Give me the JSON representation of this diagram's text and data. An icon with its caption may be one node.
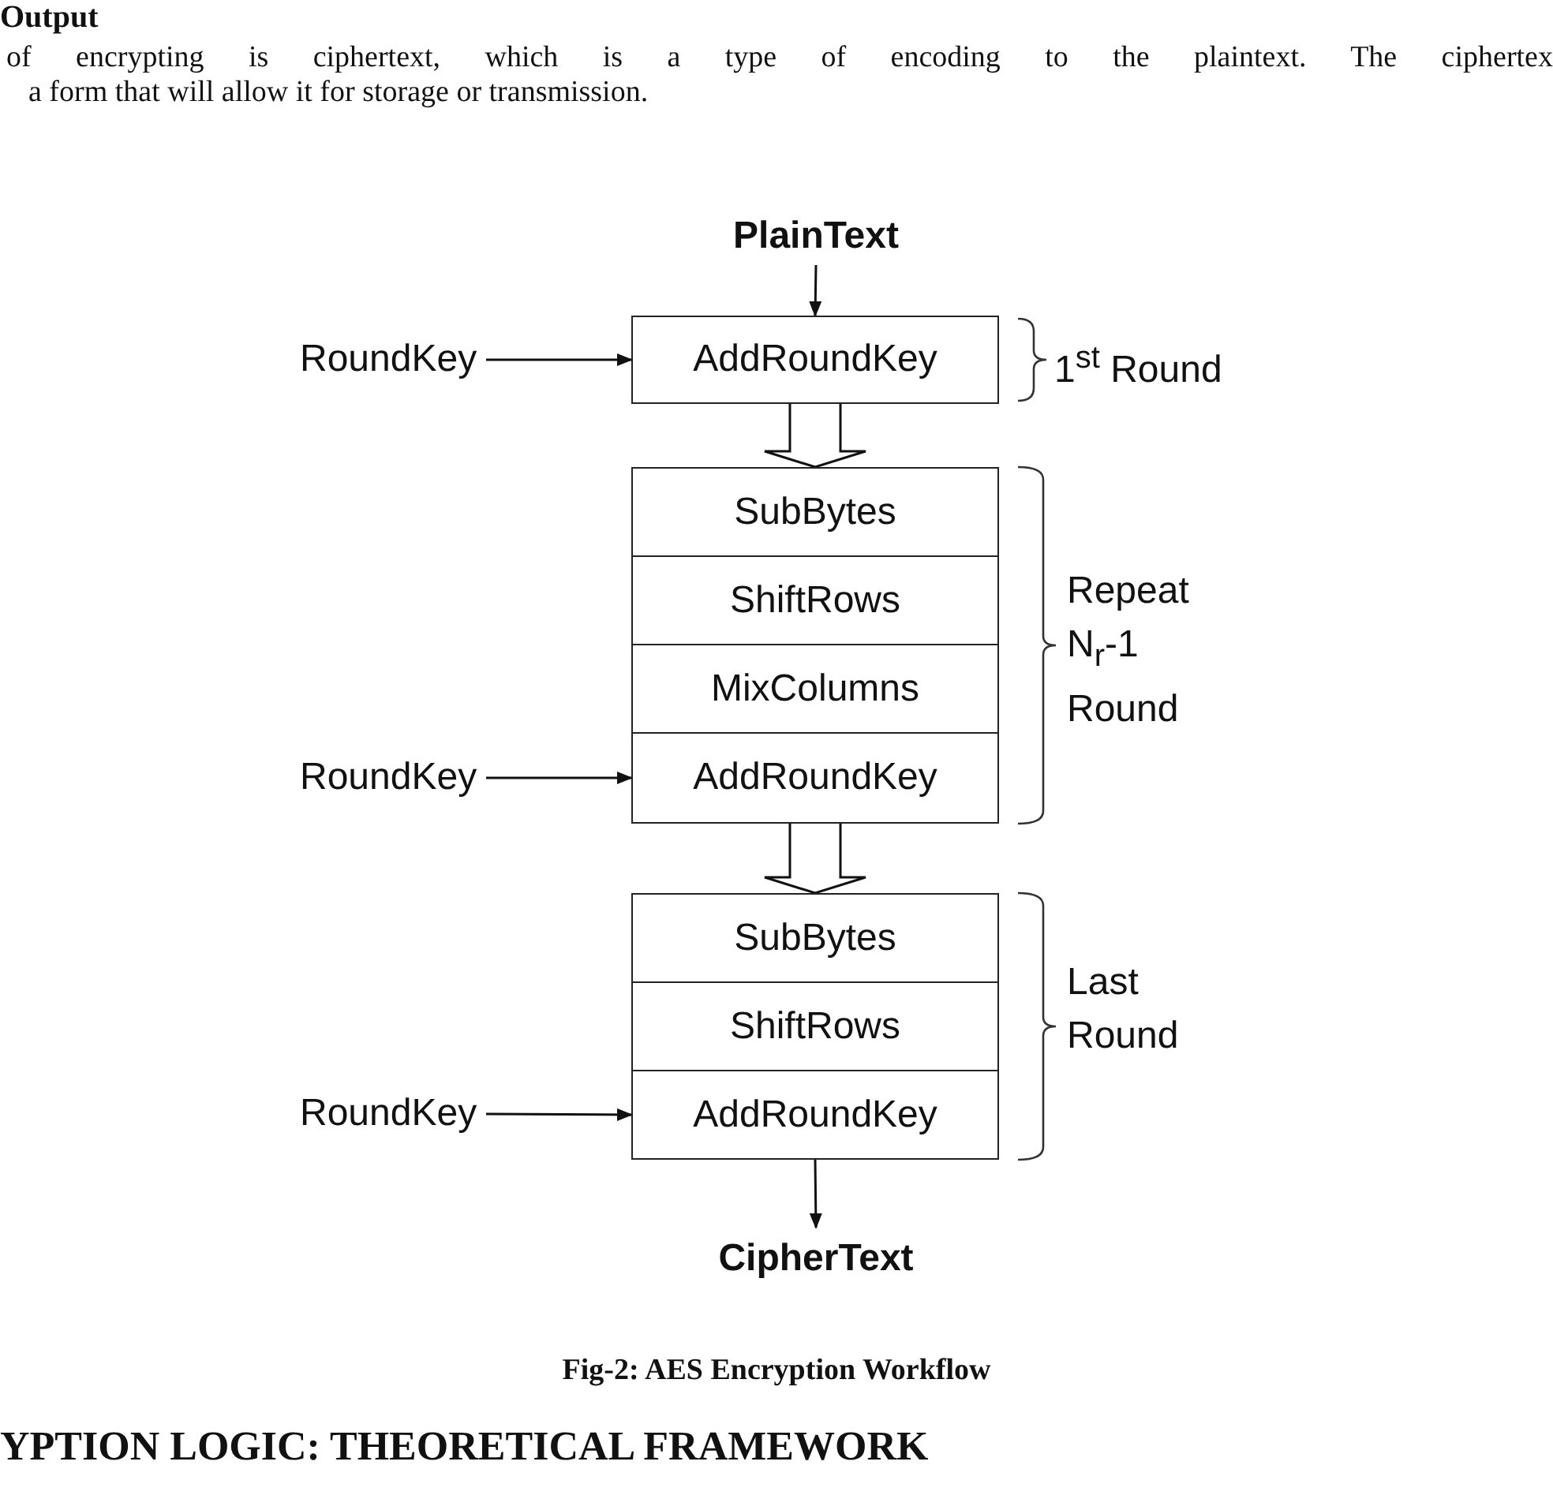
{
  "diagram": {
    "caption": "Fig-2: AES Encryption Workflow",
    "nodes": [
      {
        "text": [
          "PlainText"
        ]
      },
      {
        "text": [
          "AddRoundKey"
        ]
      },
      {
        "text": [
          "RoundKey"
        ]
      },
      {
        "text": [
          "SubBytes"
        ]
      },
      {
        "text": [
          "ShiftRows"
        ]
      },
      {
        "text": [
          "MixColumns"
        ]
      },
      {
        "text": [
          "AddRoundKey"
        ]
      },
      {
        "text": [
          "RoundKey"
        ]
      },
      {
        "text": [
          "SubBytes"
        ]
      },
      {
        "text": [
          "ShiftRows"
        ]
      },
      {
        "text": [
          "AddRoundKey"
        ]
      },
      {
        "text": [
          "RoundKey"
        ]
      },
      {
        "text": [
          "CipherText"
        ]
      }
    ],
    "edges": [
      {
        "from": 0,
        "to": 1,
        "arrow": "to"
      },
      {
        "from": 2,
        "to": 1,
        "arrow": "to"
      },
      {
        "from": 1,
        "to": 3,
        "arrow": "to",
        "style": "thick"
      },
      {
        "from": 7,
        "to": 6,
        "arrow": "to"
      },
      {
        "from": 6,
        "to": 8,
        "arrow": "to",
        "style": "thick"
      },
      {
        "from": 11,
        "to": 10,
        "arrow": "to"
      },
      {
        "from": 10,
        "to": 12,
        "arrow": "to"
      }
    ],
    "labels": [
      "Output",
      "of encrypting is ciphertext, which is a type of encoding to the plaintext. The ciphertex",
      "a form that will allow it for storage or transmission.",
      "1$^{st}$ Round",
      "Repeat N$_{r}$-1 Round",
      "Last Round",
      "YPTION LOGIC: THEORETICAL FRAMEWORK"
    ]
  }
}
